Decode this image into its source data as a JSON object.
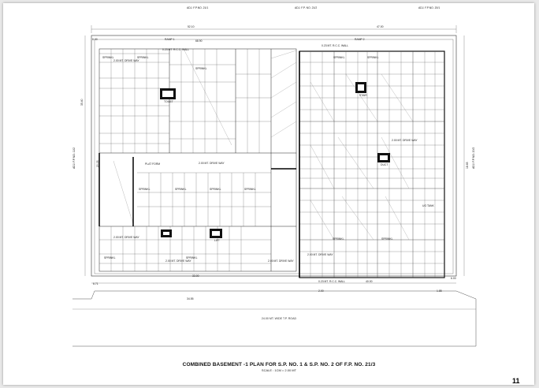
{
  "drawing": {
    "title": "COMBINED BASEMENT -1 PLAN FOR S.P. NO. 1 & S.P. NO. 2 OF F.P. NO. 21/3",
    "scale": "SCALE : 1CM = 2.00 MT",
    "page_number": "11",
    "road_label": "24.00 MT. WIDE  T.P. ROAD",
    "boundary_labels": {
      "top_left": "ADJ. F.P.NO. 21/1",
      "top_mid": "ADJ. F.P. NO. 21/2",
      "top_right": "ADJ. F.P.NO. 20/1",
      "left": "ADJ. F.P.NO. 11/2",
      "right": "ADJ. F.P.NO. 20/2"
    },
    "ramp_labels": [
      "RAMP 1",
      "RAMP 2"
    ],
    "parking_label": "SPRINKL",
    "driveway_label": "2.00 MT. DRIVE WAY",
    "wall_label": "0.23 MT. R.C.C. WALL",
    "plan_labels": [
      "PLAT FORM",
      "UG TANK",
      "TOILET",
      "LIFT",
      "STAIR",
      "DUCT"
    ],
    "dimensions": [
      "52.10",
      "47.00",
      "33.00",
      "68.90",
      "34.55",
      "40.00",
      "35.40",
      "18.65",
      "20.05",
      "8.00",
      "6.00",
      "6.71",
      "2.00",
      "1.85"
    ]
  }
}
